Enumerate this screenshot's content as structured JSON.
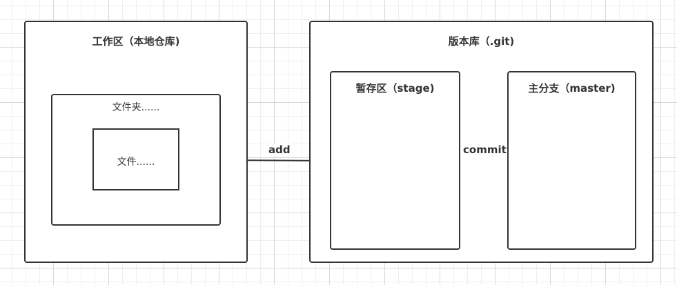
{
  "diagram": {
    "workspace": {
      "title": "工作区（本地仓库)"
    },
    "folder": {
      "label": "文件夹......"
    },
    "file": {
      "label": "文件......"
    },
    "repository": {
      "title": "版本库（.git)"
    },
    "stage": {
      "title": "暂存区（stage)"
    },
    "master": {
      "title": "主分支（master)"
    },
    "edges": {
      "add": "add",
      "commit": "commit"
    },
    "colors": {
      "stroke": "#333333",
      "grid_major": "#d8d8d8",
      "grid_minor": "#efefef"
    }
  }
}
